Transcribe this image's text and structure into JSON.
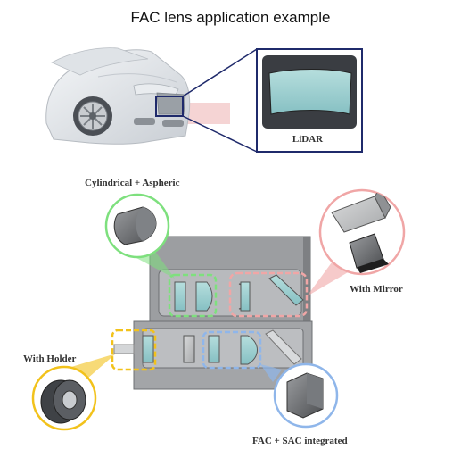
{
  "title": "FAC lens application example",
  "labels": {
    "lidar": "LiDAR",
    "cylindrical_aspheric": "Cylindrical + Aspheric",
    "with_mirror": "With Mirror",
    "with_holder": "With Holder",
    "fac_sac": "FAC + SAC integrated"
  },
  "colors": {
    "green": "#7ee07e",
    "pink": "#f0a6a6",
    "yellow": "#f2c21b",
    "blue": "#8fb6ea",
    "navy": "#1f2a6b",
    "lens": "#9fcfd0"
  }
}
